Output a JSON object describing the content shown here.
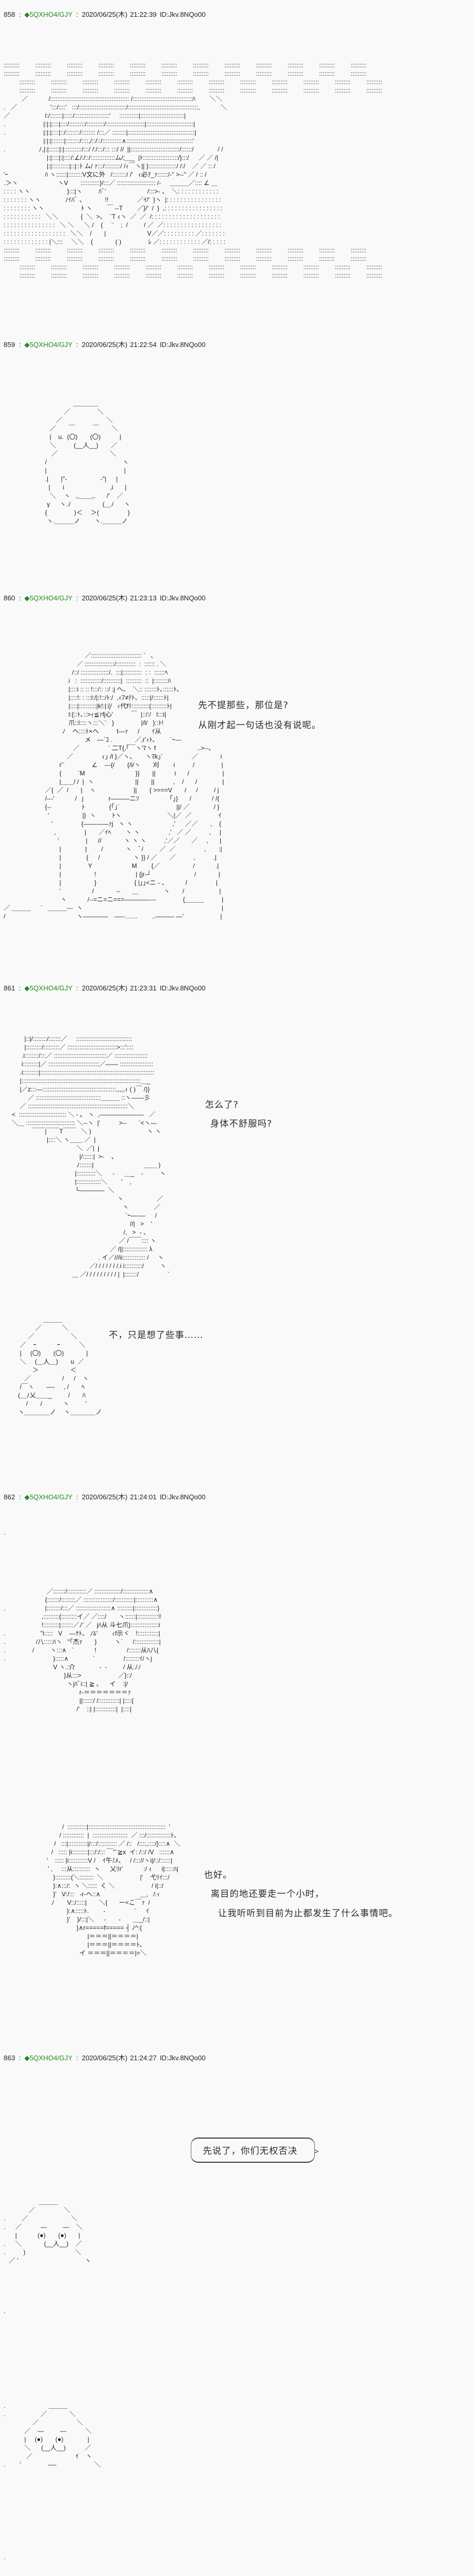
{
  "colors": {
    "background": "#f9f9f9",
    "text": "#222222",
    "trip": "#228b22"
  },
  "thread": {
    "posts": [
      {
        "number": "858",
        "separator": ":",
        "trip": "◆5QXHO4/GJY",
        "date": "2020/06/25(木)",
        "time": "21:22:39",
        "id": "ID:Jkv.8NQo00",
        "art": [
          {
            "lines": [
              ":::::::::         :::::::::         :::::::::         :::::::::         :::::::::         :::::::::         :::::::::         :::::::::         :::::::::         :::::::::         :::::::::         :::::::::",
              ":::::::::         :::::::::         :::::::::         :::::::::         :::::::::         :::::::::         :::::::::         :::::::::         :::::::::         :::::::::         :::::::::         :::::::::",
              "         :::::::::         :::::::::         :::::::::         :::::::::         :::::::::         :::::::::         :::::::::         :::::::::         :::::::::         :::::::::         :::::::::         :::::::::",
              "         :::::::::         :::::::::         :::::::::         :::::::::         :::::::::         :::::::::         :::::::::         :::::::::         :::::::::         :::::::::         :::::::::         :::::::::",
              "　　   ／　　　 /::::::::::::::::::::::::::::::::::::::::::::: /::::::::::::::::::::::::::::::::::ﾊ　　 ＼＼",
              ".   ／　　　　　 ':::/::::'   :::/:::::::::::::::::::::::::::/::::::::::::::::::::::::::::::::::::::::,　　　 ＼",
              "／　　　　　  l:/:::::::|:::::/::::::::::::::::::::'     :::::::::::|:::::::::::::::::::::::::|",
              ".　　　　　　|:|:|::::|::::/:::::::::/::::::::::/::::::::::::::::::::::|:::::::::::::::::::::::::::|",
              ".　　　　　　|:|:|::::|::/::::::::/:::::::: /:::／ ::::::::|::::::::::::::::::::::::::::::::::::::|",
              "　　　　　　 |:|:|:::::::|::::::::/::::,/::/::/:::::::::::∧::::::::::::::::::::::::::::::::::::::'",
              ".　　　　　 ﾉ,|:|::::::|:|::::::::::/:::/ /:/:::/::: :::/ //  ||::::::::::::::::::::::::::::/::::::/　　　   / /",
              "　　　　　　   |:|::::|:|::::/:∠/:/::/::::::::::::::ム/;＿_  |ﾄ::::::::::::::::::::/}:::/　  ／ ／ /|",
              "　　　　　　   |:|::::::::::|::|::ﾄ ム/ ｧ:::/:::::::::/ /ｨ￣ヽ|| }::::::::::::::::/ /:/    ／ ／ :: /",
              "'ｰ　　　　　   ﾊ ヽ::::::|::::::::V文に外   /::::::::/ /'   ｨ必ｦ_ｧ::::::/‐'' >-‐'' ／ / :: /",
              ".＞ヽ　　　　　　 ヽV       :::::::::::}/:::／ :::::::::::::::::::::: /‐     ＿＿＿／:::: ∠ ＿",
              ": : : : ヽヽ　　　　　   }:::|ヽ　　  ﾊﾞ'　　　　　　  /:::>‐ 、  ＼: : : : : : : : : : : :",
              ": : : : : : : ヽヽ　　　   ﾉｲﾊﾞ 、　　　  !!　　　　  ／ｲ/'  }ヽ  |: : : : : : : : : : : : : : : :",
              ": : : : : : : : ヽヽ　　　　　   ﾄ ヽ　　 ￣ --T　　 ／}/'  /  }  ,: : : : : : : : : : : : : : : : :",
              ": : : : : : : : : : :   ＼＼　　　  {  ＼  >、  ¨T ｨヽ  ／  ／  /: : : : : : : : : : : : : : : : : : : :",
              ": : : : : : : : : : : : : : :   ＼ ＼　  ＼ /    {     ¨    ;  /　　  / ／  ／: : : : : : : : : : : : : : : : :",
              ": : : : : : : : : : : : : : : : : :   ＼＼    /　　|　　　　　　  V／／: : : : : : : : : ／: : : : : : :",
              ": : : : : : : : : : : : : |＼:::     ＼＼    {　　　  ( )　　　　 ﾚ ／: : : : : : : : : : : : ／/: : : : :",
              ":::::::::         :::::::::         :::::::::         :::::::::         :::::::::         :::::::::         :::::::::         :::::::::         :::::::::         :::::::::         :::::::::         :::::::::",
              ":::::::::         :::::::::         :::::::::         :::::::::         :::::::::         :::::::::         :::::::::         :::::::::         :::::::::         :::::::::         :::::::::         :::::::::",
              "         :::::::::         :::::::::         :::::::::         :::::::::         :::::::::         :::::::::         :::::::::         :::::::::         :::::::::         :::::::::         :::::::::         :::::::::",
              "         :::::::::         :::::::::         :::::::::         :::::::::         :::::::::         :::::::::         :::::::::         :::::::::         :::::::::         :::::::::         :::::::::         :::::::::"
            ]
          }
        ],
        "dialogue": []
      },
      {
        "number": "859",
        "separator": ":",
        "trip": "◆5QXHO4/GJY",
        "date": "2020/06/25(木)",
        "time": "21:22:54",
        "id": "ID:Jkv.8NQo00",
        "art": [
          {
            "lines": [
              "　　　　　　　　　　　＿＿＿＿",
              "　　　　　　　　　  ／　　　　 ＼",
              "　　　　　　　　 ／　　　　　　　＼",
              "　　　　　　　 ／　　￣　　   ￣　　＼",
              "　　　　　　　 |    u.  (〇)　　(〇)　　　|",
              "　　　　　　　 ＼　　   (__人__)　　／",
              "　　　　　　　  ／　　　　　　　　 ＼",
              "　　　　　　  /　　　　　　　　　　　　ヽ",
              "　　　　　　  |　　　　　　　　　　　　 |",
              "　　　　　　  .|　　|\"‐　　　　　 ‐\"|　  |",
              "　　　　　　    |　　i　　　　　　　 ,i　   |",
              "　　　　　　　 ＼　 ヽ   ,,＿＿,,　   /'    ／",
              "　　　　　　   γ　  ヽ.ﾉ　　　　　(＿ﾉ　  ヽ",
              "　　　　　　  {　　　　 )＜　 ＞(　　　　  }",
              "　　　　　　   ヽ.＿＿＿ノ　　 ヽ.＿＿＿ノ"
            ]
          }
        ],
        "dialogue": []
      },
      {
        "number": "860",
        "separator": ":",
        "trip": "◆5QXHO4/GJY",
        "date": "2020/06/25(木)",
        "time": "21:23:13",
        "id": "ID:Jkv.8NQo00",
        "art": [
          {
            "lines": [
              "　　　　　　　　　　　　   ／::::::::::::::::::::::::::::: `   ､",
              "　　　　　　　　　　　  ／ :::::::::::::::::/:::::::::::  :  :::::: . ＼",
              "　　　　　　　　　　   /::/ ::::::::::::::::/.  :::|:::::::::::  : :  ::::::ﾍ",
              "　　　　　　　　　　 i   :  ::::::::::::/::::::::::|  :::::::::  ::  |::::::::ﾊ",
              "　　　　　　　　　　 |::::i :: :: !:::/:: ::/ :j ヘ、  ＼:: :::::::ﾄ､::::::ﾄ､",
              "　　　　　　　　　　 |::::!: : :::l:/|:!::/ﾄ:/  ,ｨ7≠ﾃﾄ、:::::|/::::::ﾄ|",
              "　　　　　　　　　　 |::::|::::::::::|k!:|:{/   ｨ代fﾘ::::::::::{:::::::::ﾄ|",
              "　　　　　　　　　　 l:{::ﾄ､::>ｨ≦ｧfj心'　　   ￣  |::/:/   l:::i|",
              "　　　　　　　　　　 爪::l::::ヽ:::＼¨   }　　　　 |/l/   }::ﾄ!",
              "　　　　　　　　　 ﾉ    ヘ::::ﾄ×ヘ　　   t―ｧ　  /       ｲ从",
              "　　　　　　　　　　　　   メ　―`ｺ .　　　  ／,r'ｨﾄ､　　 `ｰ‐‐-",
              "　　　　　　　　　　　／　　　　  ` 二T{,｢￣ヽ'ﾏヽ f　　　　　　  ..>‐‐､",
              "　　　　　　　　　　／　　　　  ｨ｣ /l }／ヽ、　　ヽﾏk｣`　　　　  ／　　　  i",
              "　　　　　　　　   r'`　　　　 ∠    ‐‐‐{/　　{/i/ヽ       刈　　 i　　   /　　　　 |",
              "　　　　　　　　   {　　  `M　　　　　　　　}}　　||　　　i　   /　　　　　 |",
              "　　　　　　　　   |＿＿/ /  |  ヽ　　　　　　  ||　　||　　　,    /　   /　　　　|",
              "　　　　　　  ／{  ／  /       |    ヽ　　　　　　||　　{ >===V       /　  /　　  / j",
              "　　　　　　  /‐‐-'　　　 /   j　　　　r―――ニｿ　　　　   ｢｣}　   /　　　 / /{",
              "　　　　　　  {‐‐　　　　   ﾄ　　　   {｢｣`　　　　　　　　　||/ ／　　　   / }",
              "　　　　　　　'　　　　　 |}  ヽ　　  ﾄヽ　　　　　　　 ＼|／  ／　　　　 ｲ",
              "　　　　　　　  '　　　　  {――――ｧj   ヽ ヽ　　　　　　 ,'　  ／／　　,    {",
              "　　　　　　　　,　　　　  |       ／ｲﾍ　　 ヽ ヽ　　　　  ,'   ／ ／　　   ,     |",
              "　　　　　　　　  '　　　　 |      //　　　  ヽ ヽ ヽ　　   ,'／／　   ／     ,　   |",
              "　　　　　　　　   |　　　   |　　 /　　　  ヽ    ﾞ/　　  ／  ／　　　　  ,　　:|",
              "　　　　　　　　   |　　　　{　  /　　　　　 ヽ }} / ／       ／　　   ,　　   .|",
              "　　　　　　　　   |　　　　 Y　　　　　　 M　　 {／　　　　　 /　　　 .|",
              "　　　　　　　　   |　　　　　 !　　　　　　 | {jr‐┘　　　　　　   /　　　  |",
              "　　　　　　　　   |　　　　　 }　　　　　　{ |｣｣<ニ - 、　　　 /　　　　  |",
              "　　　　　　　　   '　　　　　/　　　  ‐‐　   ＿　　　　ヽ　　/　　　　　  |",
              "　　　　　　　　　ヽ　　　 /‐‐=ニ=ニ===――――‐‐‐　　　　 {＿＿＿　　   |",
              "／ ＿＿＿　  `   ＿＿＿‐‐‐  ヽ　　　　　　　　　　　　　　　　　　　　　　|",
              "/　　　　　　　　　　　 ヽ――――　―‐‐……　　 ..――― ―'　　　　　   |"
            ]
          }
        ],
        "dialogue": [
          "先不提那些，那位是?",
          "从刚才起一句话也没有说呢。"
        ]
      },
      {
        "number": "861",
        "separator": ":",
        "trip": "◆5QXHO4/GJY",
        "date": "2020/06/25(木)",
        "time": "21:23:31",
        "id": "ID:Jkv.8NQo00",
        "art": [
          {
            "lines": [
              "　　　 |::|/::::::::/:::::::／     ::::::::::::::::::::::::::::::::",
              "　　　 |:::::::::/:::::::::／ ::::::::::::::::::::::::::::>:::'::::",
              "　　   .i::::::::/:::／ ::::::::::::::::::::::::::::::／ :::::::::::::::::::",
              "　　   i:::::::::|／ :::::::::::::::::::::::::::::／―― :::::::::::::::::::",
              "　　  .i:::::::::|:::::::::::::::::::::::::::::::::::::::::::::::::::::::::::::::::",
              "　　  |::::::::::::::::::::::::::::::::::::::::::::::::::::::::::::::::::::＿_",
              "　　  |／z:::―::::::::::::::::::::::::::::::::::::::::::,,,,,ｨ ( )￣ /}}",
              "　　　   ／ :::::::::::::::::::::::::::::::::::::＿＿＿ ::ヽ――彡",
              "　　  ／ :::::::::::::::::::::::::::::::::::::::::::::::::::::::::＼",
              "　 <  ::::::::::::::::::::::::::: ＼ ‐ 。 ヽ  ,―――――――   ／",
              "　 ＼＿ :::::::::::::::::::::::::::: ＼‐‐ヽ  |'　　　>‐‐　   `<ヽ―",
              "　　　　  ￣￣|￣￣T￣￣   ＼ )　　　　　　　　   ヽ ヽ",
              "　　　　　　   |::::＼ ヽ＿＿ ／  |",
              "　　　　　　　　　　　  ＼  ／|  j",
              "　　　　　　　　　　　　|/::::::|  >‐    、",
              "　　　　　　　　　　　  ﾉ:::::::|　　　　　　　　＿＿ )",
              "　　　　　　　　　　　 |:::::::::::＼      ‐　  ＿_    ‐　　  ヽ",
              "　　　　　　　　　　　 |::::::::::::::＼        '    ,",
              "　　　　　　　　　　　 └――――  ＼",
              "　　　　　　　　　　　　　　　　　　ヽ　　　　　 ／",
              "　　　　　　　　　　　　　　　　　　   ヽ　　　　／",
              "　　　　　　　　　　　　　　　　　　　 `ｰ―‐―　  /",
              "　　　　　　　　　　　　　　　　　　　　//|   >    '",
              "　　　　　　　　　　　　　　　　　　　/,   >  ‐ 、",
              "　　　　　　　　　　　　　　　　　　 ／ /￣￣:::: ヽ",
              "　　　　　　　　　　　　　　　　   ／ /||:::::::::::::: λ",
              "　　　　　　　　　　　　　　　. イ／///ii::::::::::::: /     ヽ",
              "　　　　　　　　　　　　　  ／/ / / / / / /.i i::::::::::/　　  ヽ",
              "　　　　　　　　　　   ＿ ／/ / / / / / / / / |  |:::::::/　　　　  `"
            ]
          },
          {
            "lines": [
              "　　　　　　 ＿＿＿",
              "　　　　　／　　　 ＼",
              "　　　   ／　　　　　   ＼",
              "　　  ／    ｰ　　　 ｰ　　　＼",
              "　　  |     (〇)　　(〇)　　　  |",
              "　　  ＼     (＿人＿)　　u  ／",
              "　　　　  ＞　　　　　＜",
              "　　　 ／　　　　　/　  /    ヽ",
              "　　  /￣ヽ       ―‐     , /　　ﾍ",
              "　　 (＿ﾉ乂＿＿_　　  /　　ﾊ",
              "　　　  /　　/　　　 ヽ　　  '",
              "　　 ヽ＿＿＿＿ノ　 ヽ＿＿＿＿ノ"
            ]
          }
        ],
        "dialogue": [
          "怎么了?",
          "身体不舒服吗?",
          "不，只是想了些事……"
        ]
      },
      {
        "number": "862",
        "separator": ":",
        "trip": "◆5QXHO4/GJY",
        "date": "2020/06/25(木)",
        "time": "21:24:01",
        "id": "ID:Jkv.8NQo00",
        "art": [
          {
            "lines": [
              ".",
              "",
              "",
              "",
              "",
              "",
              "",
              "　　　　　　   ／:::::::/:::::::::::／ :::::::::::::::/:::::::::::::::∧",
              "　　　　　　  {:::::::/::::::::／ :::::::::::::::::/:::::::::::|::::::::::∧",
              ".　　　　　　 |::::::::/:::／ ::::::::::::::::::::∧ :::::::::|:::::::::::::}",
              "　　　　　　,:::::::::{:::::::::イ／ ／::::/       ヽ::::::|::::::::::::ﾘ",
              "　　　　　　!:::::::::|:::::::／ﾉ' ／   jﾊ从 斗七爪}::::::::::::::::i",
              ".　　　　　  \"i:::::   V    ―ﾅﾄ、 ﾉﾙ'　　 ｨf示ヾ　!::::::::::::|",
              ".　　　　   /八:::::ﾊヽ   \"｢杰ｧ       }　　   ヽ`　  /::::::::::::::|",
              ".　　　　 /　　  ヽ:::∧   `　　　 !　　　　   /:::::::从ﾊ八{",
              ".　　　　　　　  }:::::∧　　　   `　　　　  /::::::::ｲ/ヽj",
              "　　　　　　　   V ヽ.:介　　　   ‐  ‐　　  / 从:ﾉﾉ",
              "　　　　　　　　　  }从:::>　　　　　   ／}::/",
              "　　　　　　　　　　ヽjﾊﾞi::| ≧ 、    イ    :|/",
              "　　　　　　　　　　　　r‐＝＝＝＝＝＝＝ｧ",
              "　　　　　　　　　　　　||::::::/ /::::::::::::| |::::{",
              "　　　　　　　　　　　  /'    ::| |::::::::::::|  |::::|"
            ]
          },
          {
            "lines": [
              "　　　　　　　　　 /  :::::::::::|::::::::::::::::::::::::::::::::::::::::::::  '",
              "　　　　　　　　   / ::::::::::::  |  ::::::::::::::::::::  ／ :::/::::::::::::::ﾄ､",
              "　　　　　　　　/   :::|:::::::::::|/:::/::::::::::: ／ /::   /::::,::::/}::::∧  ＼",
              "　　　　　　　  /   ::::: |i:::::::::|:::/:/::: ￣\"¨≧x  イ: /::/ /V   ::::::∧",
              "　　　　　　   '    ::::: |i:::::::::::V /    ｲ午ﾐﾒ、   / /::://ヽi|/::/::::::|",
              "　　　　　　　' ,     :::从::::::::::  ヽ　  乂ﾘr'　　　 :/ ｨ　  i|:::::ﾊ|",
              "　　　　　　　   }:::::::::(＼::::::::  ＼　　　　　   |'    弋ﾘｲ:::/",
              "　　　　　　　   }:∧:::/:  ヽ ＼:::::  く ＼　　　　　   / i|::/",
              "　　　　　　　   }'   V:/:::   ‐r‐ヘ::∧　　　　　　 ＿,   /:ｨ",
              "　　　　　　　  ﾉ　　V::/:::::|       ＼{　   ー<こ￣ｧ  /",
              "　　　　　　　　　　}:∧:::::ﾄ.　　 ‐　　　　  ¨　  ｲ",
              "　　　　　　　　　　}'    }/:::|＼　  ‐　　‐       ＿_/::|",
              "　　　　　　　　　　　  }∧r=====f===== ┤ ﾉ^:{",
              "　　　　　　　　　　　　　 |＝＝＝||＝＝＝＝|",
              "　　　　　　　　　　　　　 |＝＝＝||＝＝＝＝ﾄ､",
              "　　　　　　　　　　　　イ ＝＝＝||＝＝＝＝|=＼"
            ]
          }
        ],
        "dialogue": [
          "也好。",
          "离目的地还要走一个小时，",
          "让我听听到目前为止都发生了什么事情吧。"
        ]
      },
      {
        "number": "863",
        "separator": ":",
        "trip": "◆5QXHO4/GJY",
        "date": "2020/06/25(木)",
        "time": "21:24:27",
        "id": "ID:Jkv.8NQo00",
        "bubble": {
          "text": "先说了，你们无权否决",
          "tail": ">"
        },
        "art": [
          {
            "lines": [
              "　　　　　  ＿＿＿",
              "　　　　／　　　　  ＼",
              ".　　  ／　　　　　　   ＼",
              ".　  ／　　　―　　  ―    ＼",
              "　   |　　　 (●)　　(●)       |",
              ".　  ＼　　　  (__人__)    ／",
              ".　　   )　　　　　　　   ＼",
              "   ／ '　　　　　　　　　　  ヽ",
              "",
              "",
              "",
              "",
              "",
              "."
            ]
          },
          {
            "lines": [
              ".　　　　　　   ＿＿＿",
              ".　　　　　  ／　　　  ＼",
              "　　　　  ／　　　　　　＼",
              "　　　 ／    ―　　  ―　　　＼",
              "　　　 |     (●)　　(●)　　　   |",
              "　　　 ＼      (__人__)　　　／",
              "　　　  ／　　　　　　   ｲ    ヽ",
              ".　　 '　　　　 ‐―　　　　　　＼",
              "",
              "",
              "",
              "",
              "",
              "",
              "",
              "",
              "",
              "",
              "."
            ]
          }
        ],
        "dialogue": []
      }
    ]
  }
}
